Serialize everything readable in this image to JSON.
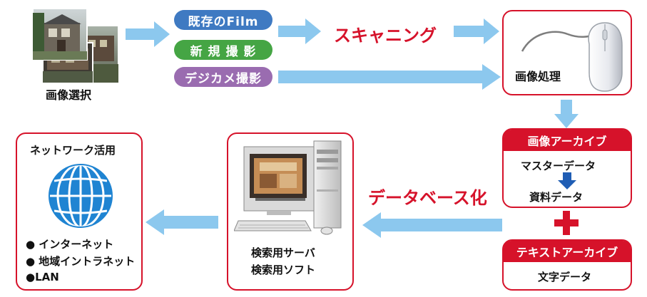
{
  "photo": {
    "label": "画像選択"
  },
  "sources": [
    {
      "label": "既存のFilm",
      "color": "#3f7ac2"
    },
    {
      "label": "新 規 撮 影",
      "color": "#45a544"
    },
    {
      "label": "デジカメ撮影",
      "color": "#9a6cb0"
    }
  ],
  "scanning": {
    "label": "スキャニング"
  },
  "processing": {
    "label": "画像処理"
  },
  "archive": {
    "header": "画像アーカイブ",
    "master": "マスターデータ",
    "material": "資料データ"
  },
  "text_archive": {
    "header": "テキストアーカイブ",
    "body": "文字データ"
  },
  "database": {
    "label": "データベース化"
  },
  "server": {
    "line1": "検索用サーバ",
    "line2": "検索用ソフト"
  },
  "network": {
    "title": "ネットワーク活用",
    "items": [
      "● インターネット",
      "● 地域イントラネット",
      "●LAN"
    ]
  },
  "colors": {
    "accent": "#d6122a",
    "arrow": "#8cc8ee",
    "globe": "#1f84d2"
  }
}
